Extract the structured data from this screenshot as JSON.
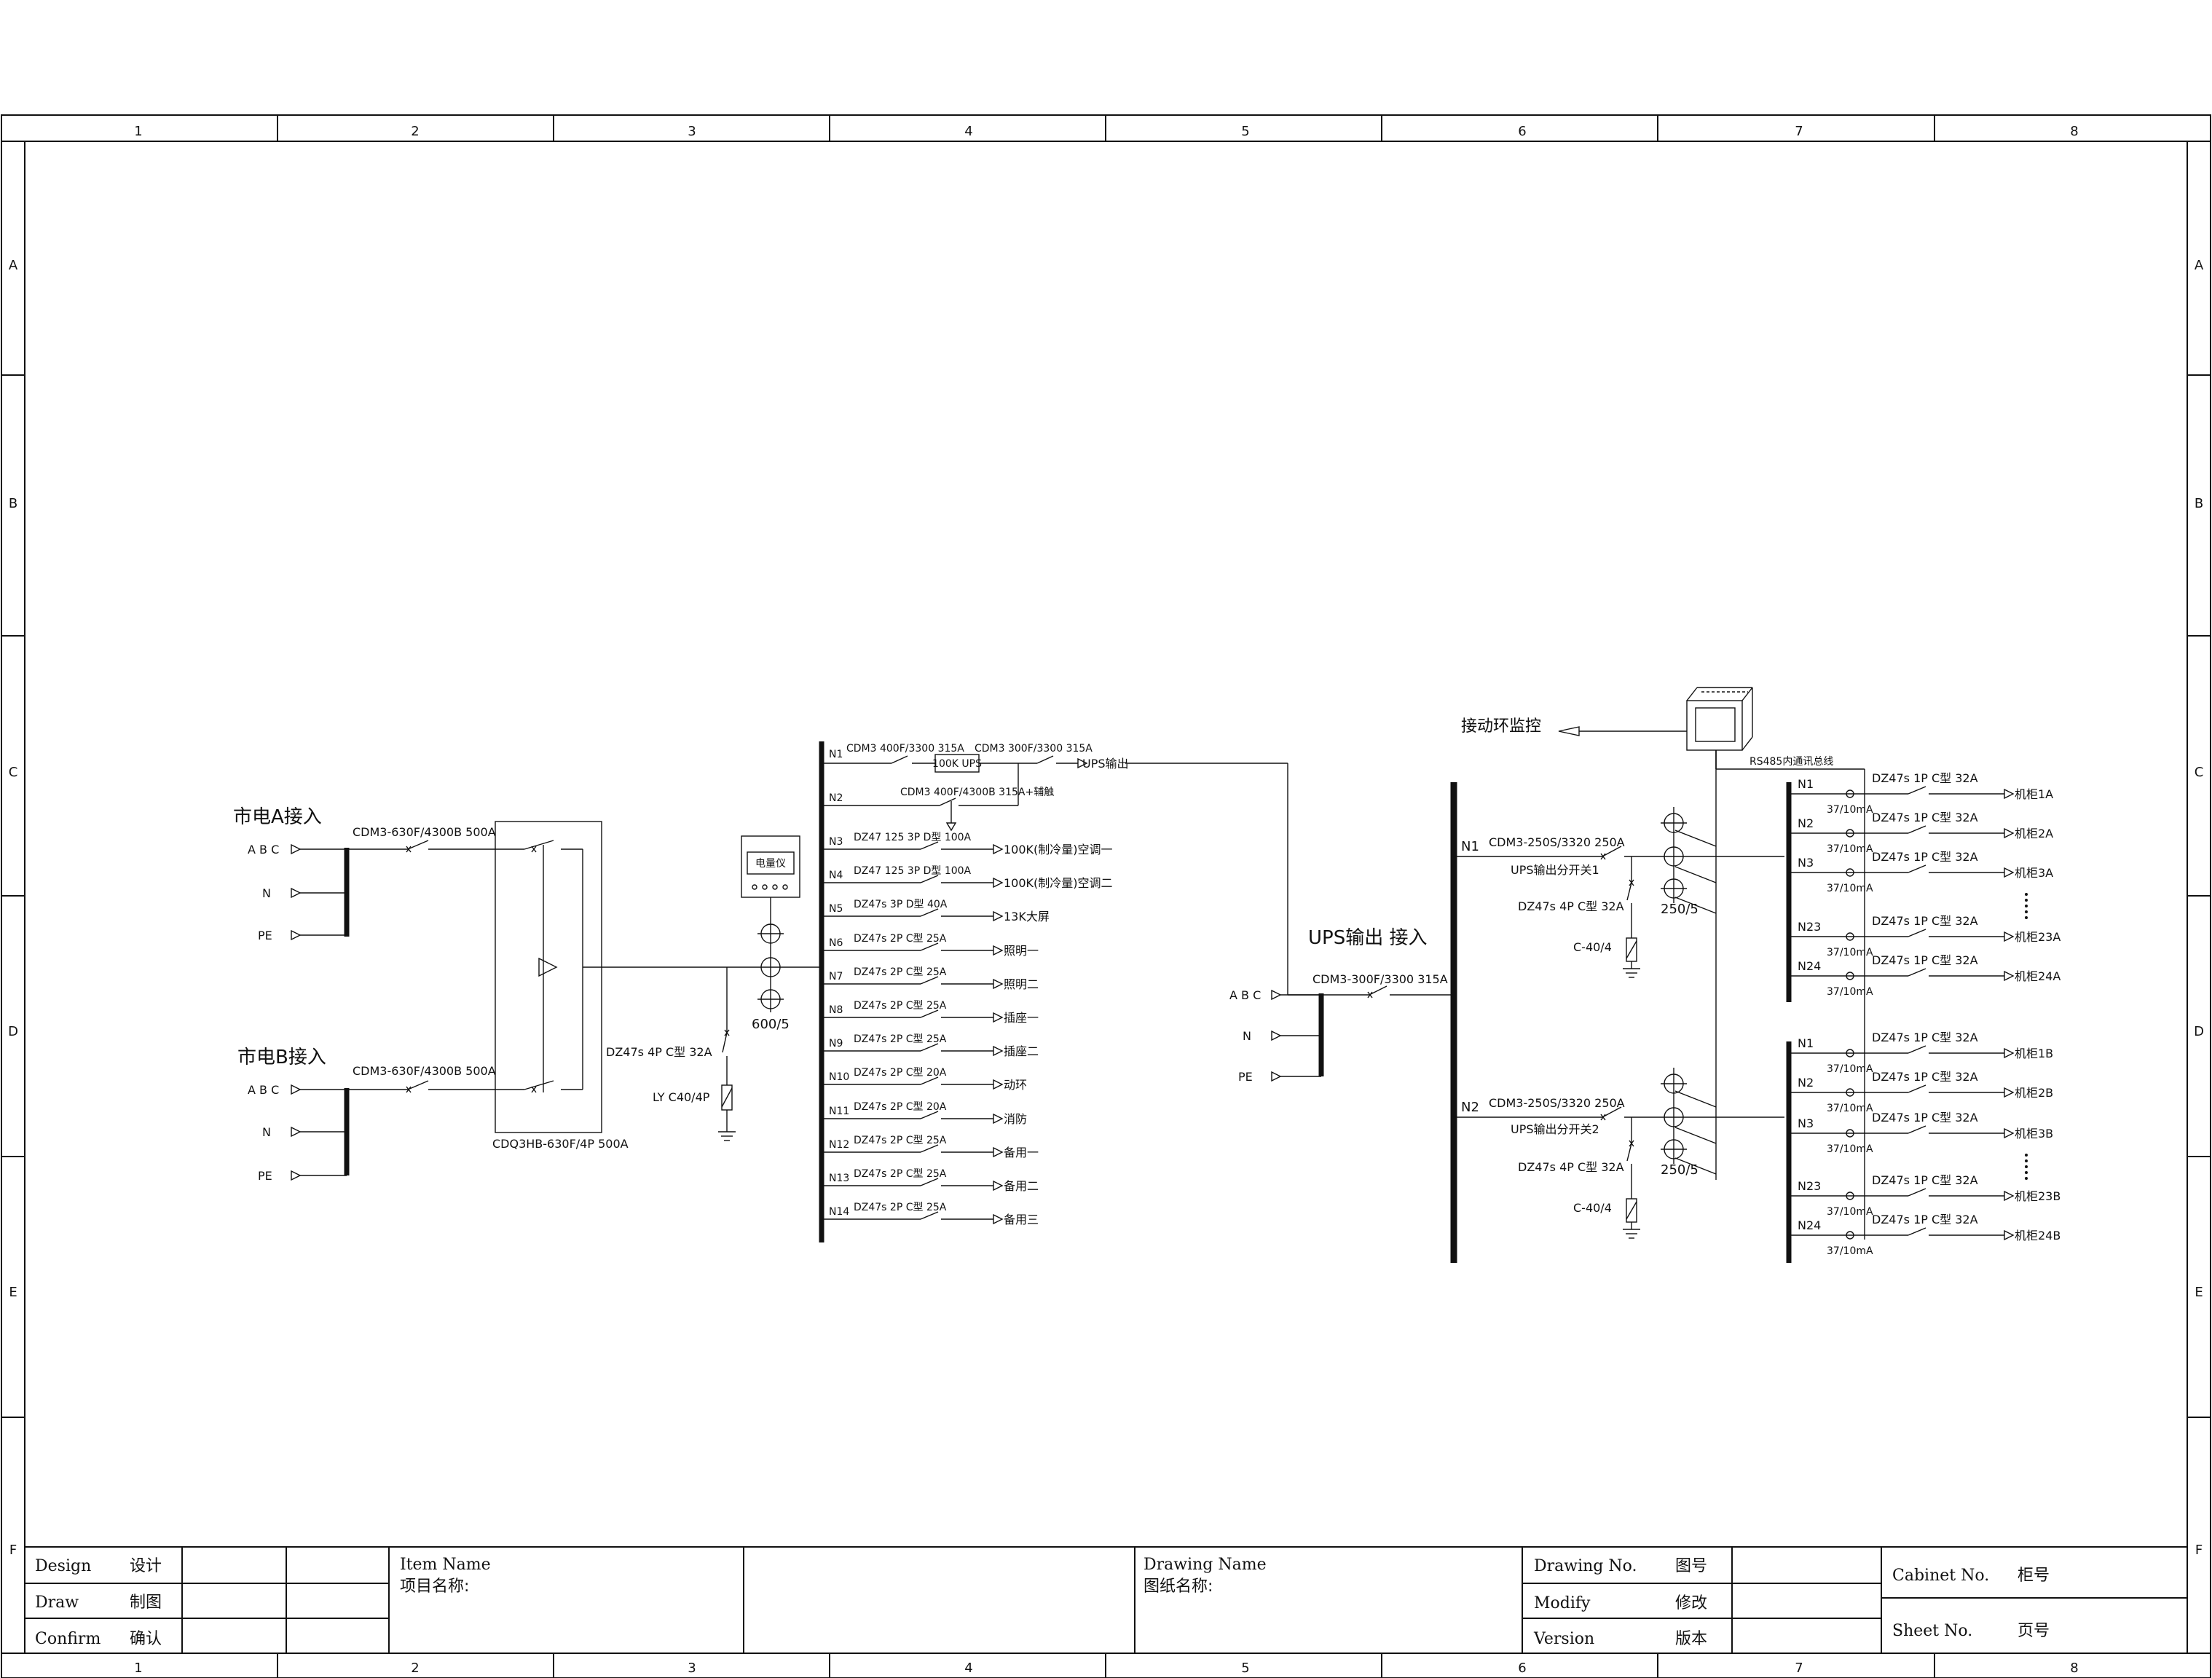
{
  "frame": {
    "cols": [
      "1",
      "2",
      "3",
      "4",
      "5",
      "6",
      "7",
      "8"
    ],
    "rows": [
      "A",
      "B",
      "C",
      "D",
      "E",
      "F"
    ]
  },
  "sources": {
    "a": {
      "title": "市电A接入",
      "abc": "A B C",
      "n": "N",
      "pe": "PE",
      "breaker": "CDM3-630F/4300B 500A"
    },
    "b": {
      "title": "市电B接入",
      "abc": "A B C",
      "n": "N",
      "pe": "PE",
      "breaker": "CDM3-630F/4300B 500A"
    }
  },
  "ats": {
    "label": "CDQ3HB-630F/4P 500A"
  },
  "meter": {
    "label": "电量仪",
    "ct": "600/5"
  },
  "spd": {
    "breaker": "DZ47s 4P C型 32A",
    "arrester": "LY C40/4P"
  },
  "distribution": [
    {
      "no": "N1",
      "breaker": "CDM3 400F/3300 315A",
      "extra": "CDM3 300F/3300 315A",
      "ups": "100K UPS",
      "load": "UPS输出"
    },
    {
      "no": "N2",
      "breaker": "CDM3 400F/4300B 315A+辅触",
      "load": ""
    },
    {
      "no": "N3",
      "breaker": "DZ47 125 3P D型 100A",
      "load": "100K(制冷量)空调一"
    },
    {
      "no": "N4",
      "breaker": "DZ47 125 3P D型 100A",
      "load": "100K(制冷量)空调二"
    },
    {
      "no": "N5",
      "breaker": "DZ47s 3P D型 40A",
      "load": "13K大屏"
    },
    {
      "no": "N6",
      "breaker": "DZ47s 2P C型 25A",
      "load": "照明一"
    },
    {
      "no": "N7",
      "breaker": "DZ47s 2P C型 25A",
      "load": "照明二"
    },
    {
      "no": "N8",
      "breaker": "DZ47s 2P C型 25A",
      "load": "插座一"
    },
    {
      "no": "N9",
      "breaker": "DZ47s 2P C型 25A",
      "load": "插座二"
    },
    {
      "no": "N10",
      "breaker": "DZ47s 2P C型 20A",
      "load": "动环"
    },
    {
      "no": "N11",
      "breaker": "DZ47s 2P C型 20A",
      "load": "消防"
    },
    {
      "no": "N12",
      "breaker": "DZ47s 2P C型 25A",
      "load": "备用一"
    },
    {
      "no": "N13",
      "breaker": "DZ47s 2P C型 25A",
      "load": "备用二"
    },
    {
      "no": "N14",
      "breaker": "DZ47s 2P C型 25A",
      "load": "备用三"
    }
  ],
  "ups_input": {
    "title": "UPS输出 接入",
    "abc": "A B C",
    "n": "N",
    "pe": "PE",
    "breaker": "CDM3-300F/3300 315A"
  },
  "monitor": {
    "label": "接动环监控",
    "bus": "RS485内通讯总线"
  },
  "ups_branches": [
    {
      "no": "N1",
      "breaker": "CDM3-250S/3320 250A",
      "name": "UPS输出分开关1",
      "spd": "DZ47s 4P C型 32A",
      "arrester": "C-40/4",
      "ct": "250/5"
    },
    {
      "no": "N2",
      "breaker": "CDM3-250S/3320 250A",
      "name": "UPS输出分开关2",
      "spd": "DZ47s 4P C型 32A",
      "arrester": "C-40/4",
      "ct": "250/5"
    }
  ],
  "cabinet_group_a": {
    "circuits": [
      {
        "no": "N1",
        "breaker": "DZ47s 1P C型 32A",
        "ct": "37/10mA",
        "load": "机柜1A"
      },
      {
        "no": "N2",
        "breaker": "DZ47s 1P C型 32A",
        "ct": "37/10mA",
        "load": "机柜2A"
      },
      {
        "no": "N3",
        "breaker": "DZ47s 1P C型 32A",
        "ct": "37/10mA",
        "load": "机柜3A"
      },
      {
        "no": "N23",
        "breaker": "DZ47s 1P C型 32A",
        "ct": "37/10mA",
        "load": "机柜23A"
      },
      {
        "no": "N24",
        "breaker": "DZ47s 1P C型 32A",
        "ct": "37/10mA",
        "load": "机柜24A"
      }
    ]
  },
  "cabinet_group_b": {
    "circuits": [
      {
        "no": "N1",
        "breaker": "DZ47s 1P C型 32A",
        "ct": "37/10mA",
        "load": "机柜1B"
      },
      {
        "no": "N2",
        "breaker": "DZ47s 1P C型 32A",
        "ct": "37/10mA",
        "load": "机柜2B"
      },
      {
        "no": "N3",
        "breaker": "DZ47s 1P C型 32A",
        "ct": "37/10mA",
        "load": "机柜3B"
      },
      {
        "no": "N23",
        "breaker": "DZ47s 1P C型 32A",
        "ct": "37/10mA",
        "load": "机柜23B"
      },
      {
        "no": "N24",
        "breaker": "DZ47s 1P C型 32A",
        "ct": "37/10mA",
        "load": "机柜24B"
      }
    ]
  },
  "titleblock": {
    "design_en": "Design",
    "design_cn": "设计",
    "draw_en": "Draw",
    "draw_cn": "制图",
    "confirm_en": "Confirm",
    "confirm_cn": "确认",
    "item_en": "Item Name",
    "item_cn": "项目名称:",
    "drawing_en": "Drawing Name",
    "drawing_cn": "图纸名称:",
    "drawingno_en": "Drawing No.",
    "drawingno_cn": "图号",
    "modify_en": "Modify",
    "modify_cn": "修改",
    "version_en": "Version",
    "version_cn": "版本",
    "cabinet_en": "Cabinet No.",
    "cabinet_cn": "柜号",
    "sheet_en": "Sheet No.",
    "sheet_cn": "页号"
  }
}
